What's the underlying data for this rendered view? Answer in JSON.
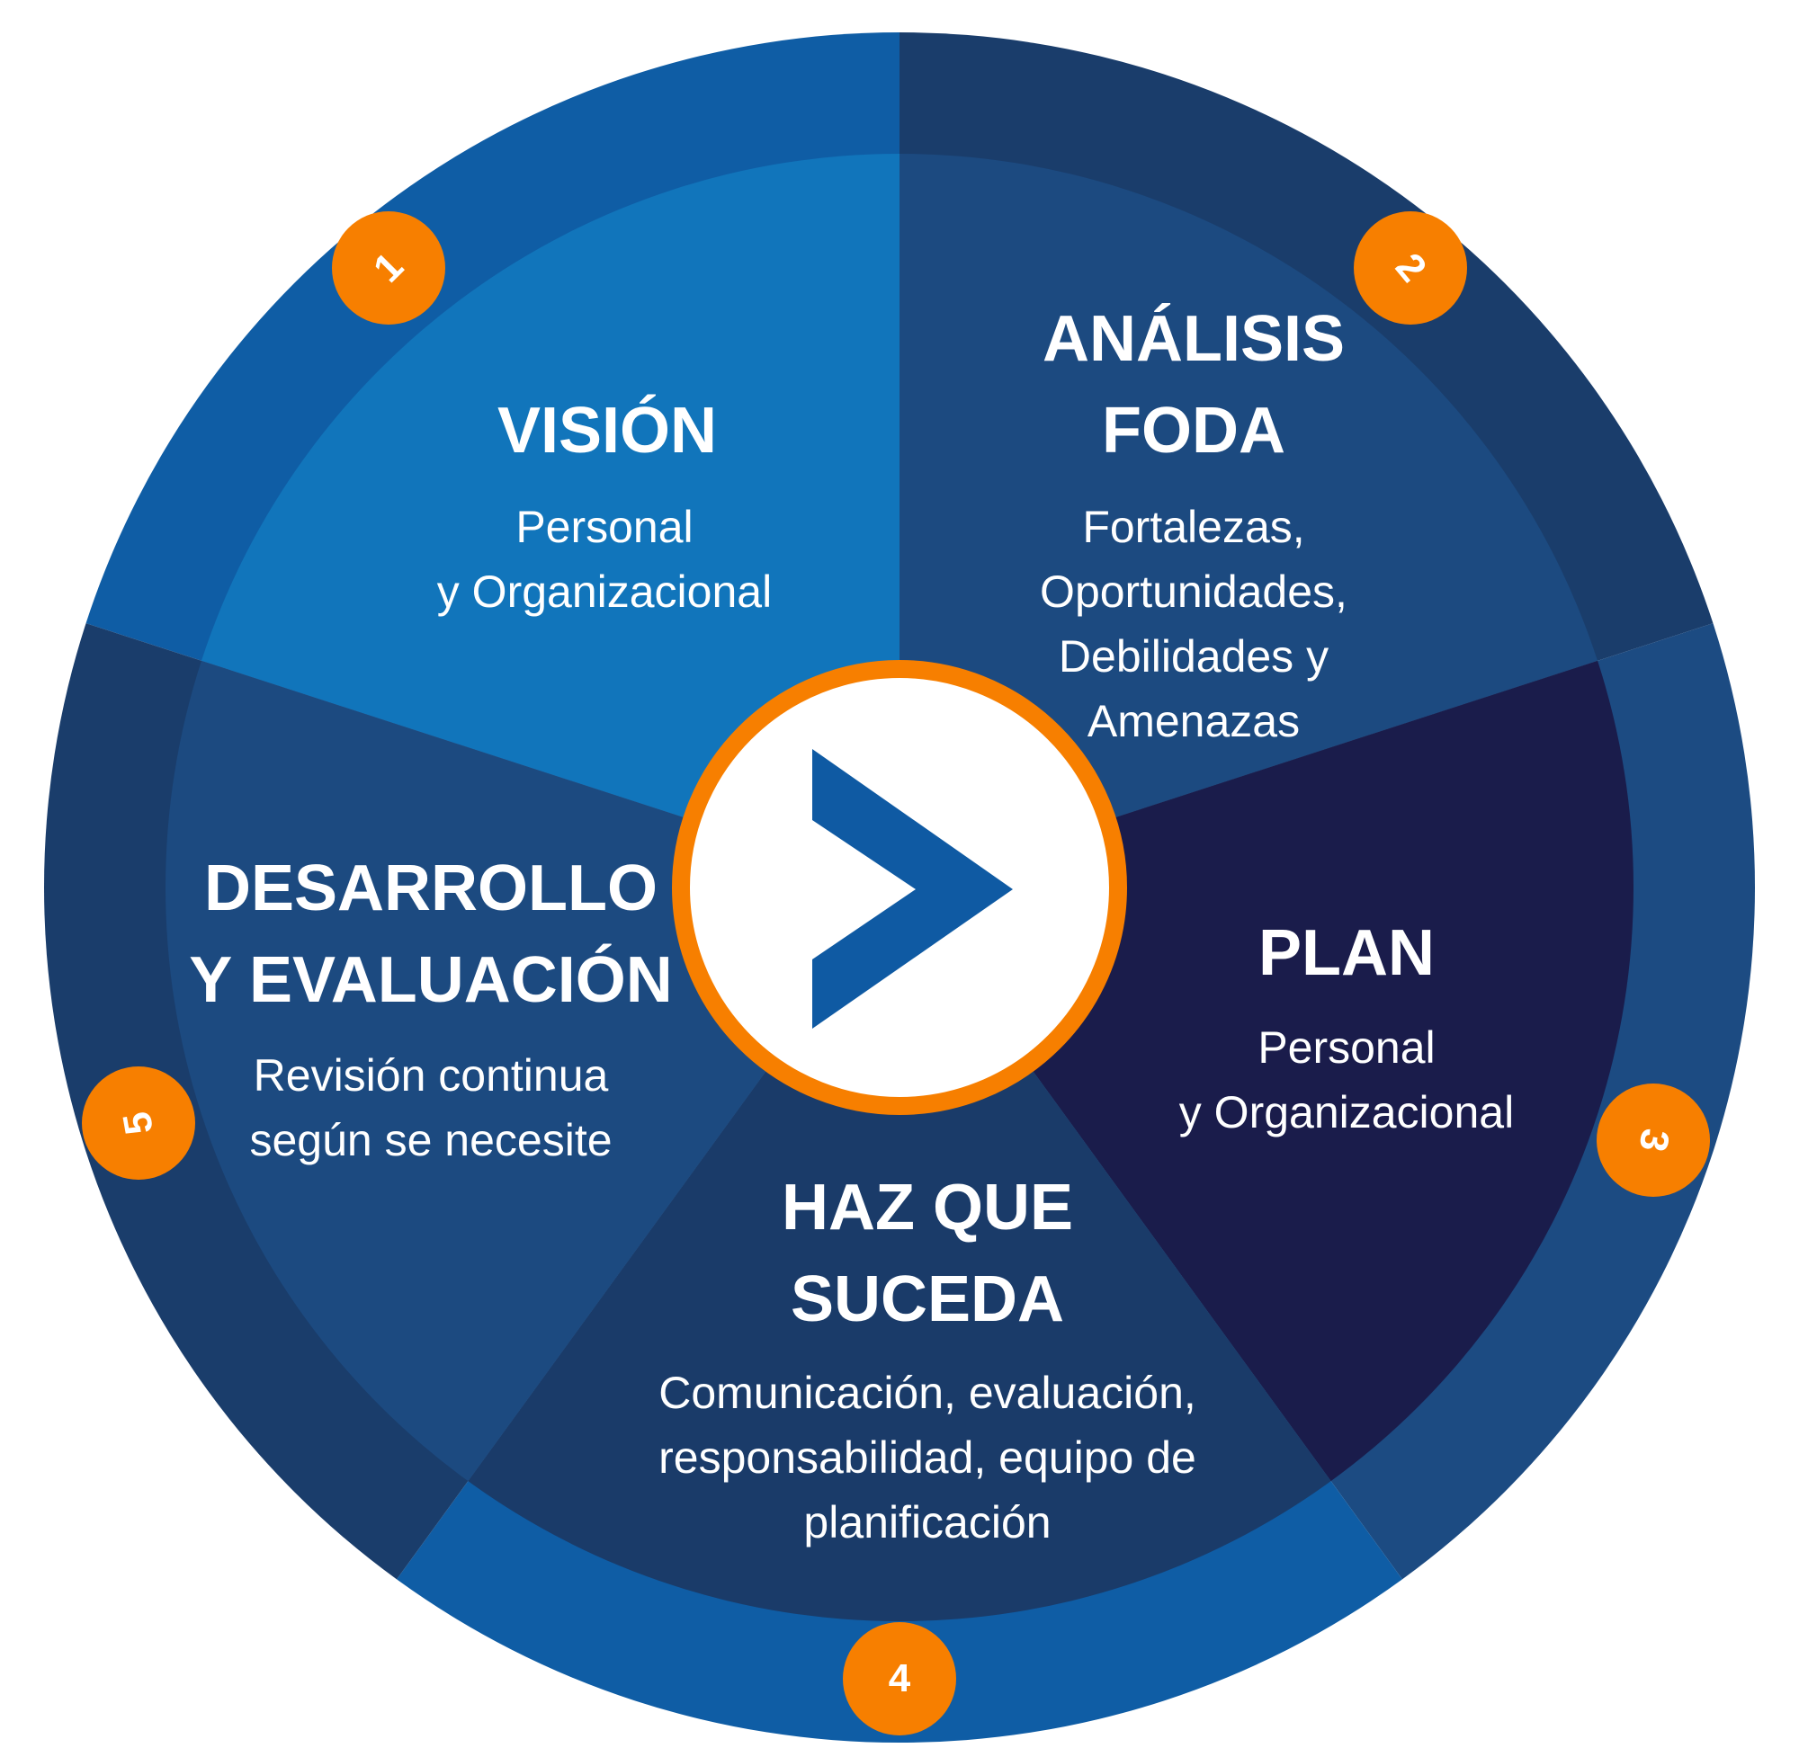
{
  "colors": {
    "orange": "#f77f00",
    "chevron": "#0f5aa3",
    "center_fill": "#ffffff"
  },
  "segments": [
    {
      "number": "1",
      "title": [
        "VISIÓN"
      ],
      "subtitle": [
        "Personal",
        "y Organizacional"
      ],
      "outer_color": "#0f5da5",
      "inner_color": "#1175bb"
    },
    {
      "number": "2",
      "title": [
        "ANÁLISIS",
        "FODA"
      ],
      "subtitle": [
        "Fortalezas,",
        "Oportunidades,",
        "Debilidades y",
        "Amenazas"
      ],
      "outer_color": "#1a3d6b",
      "inner_color": "#1c4a80"
    },
    {
      "number": "3",
      "title": [
        "PLAN"
      ],
      "subtitle": [
        "Personal",
        "y Organizacional"
      ],
      "outer_color": "#1c4b82",
      "inner_color": "#1a1c4b"
    },
    {
      "number": "4",
      "title": [
        "HAZ QUE",
        "SUCEDA"
      ],
      "subtitle": [
        "Comunicación, evaluación,",
        "responsabilidad, equipo de",
        "planificación"
      ],
      "outer_color": "#0f5da5",
      "inner_color": "#1a3b69"
    },
    {
      "number": "5",
      "title": [
        "DESARROLLO",
        "Y EVALUACIÓN"
      ],
      "subtitle": [
        "Revisión continua",
        "según se necesite"
      ],
      "outer_color": "#1a3d6b",
      "inner_color": "#1c4a80"
    }
  ],
  "center_icon": "chevron-right-icon"
}
